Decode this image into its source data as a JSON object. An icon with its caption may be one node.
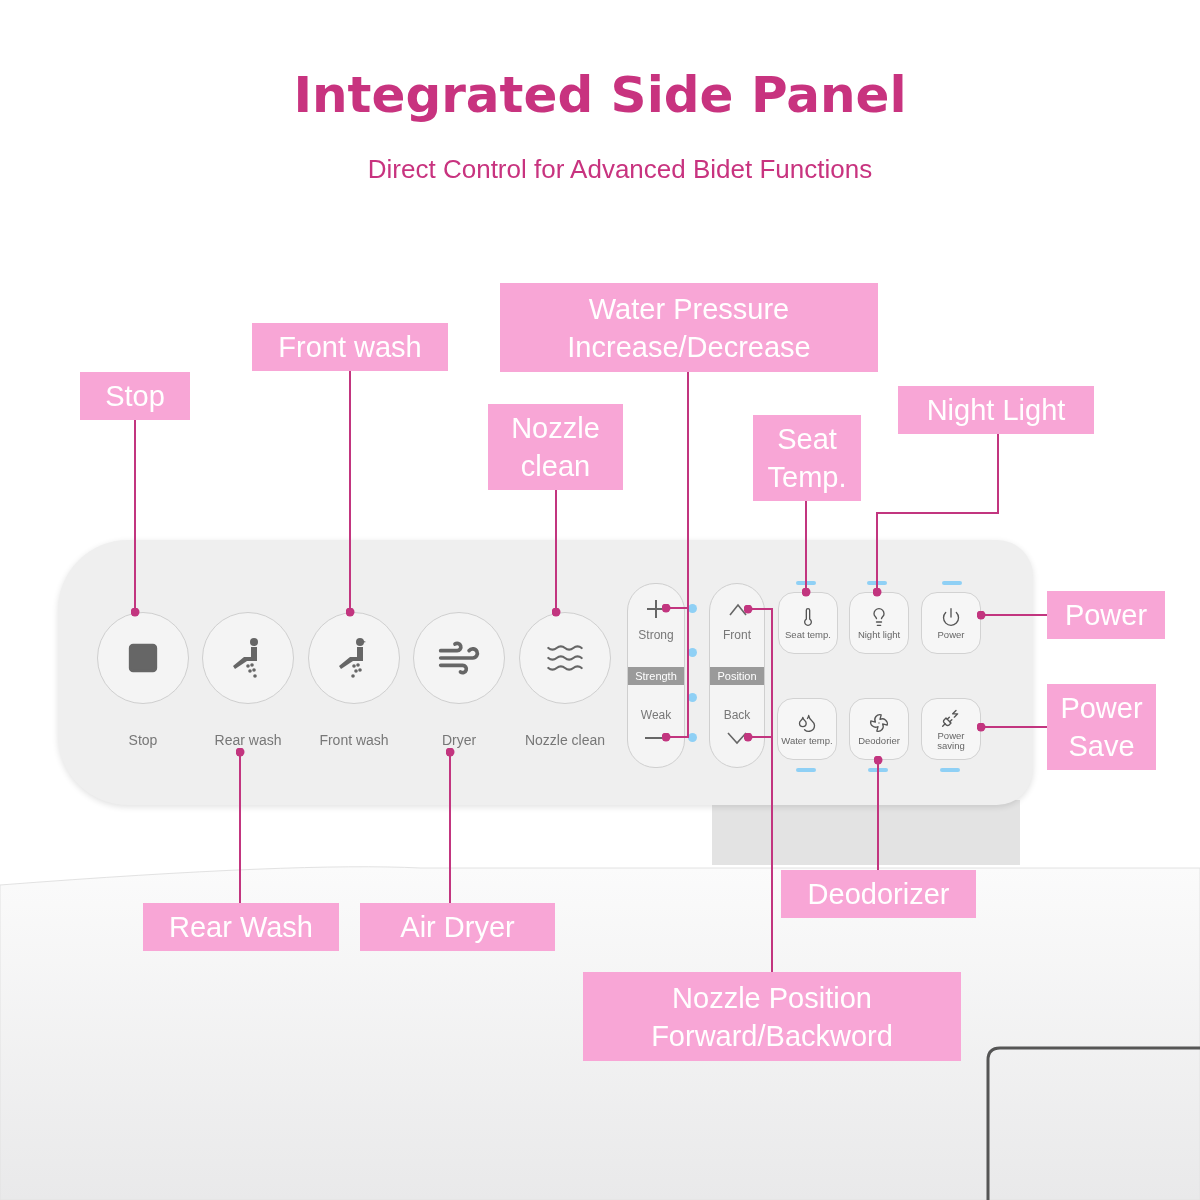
{
  "diagram": {
    "title": "Integrated Side Panel",
    "nodes": [
      {
        "text": [
          "Stop"
        ]
      },
      {
        "text": [
          "Front wash"
        ]
      },
      {
        "text": [
          "Water Pressure Increase/Decrease"
        ]
      },
      {
        "text": [
          "Nozzle clean"
        ]
      },
      {
        "text": [
          "Seat Temp."
        ]
      },
      {
        "text": [
          "Night Light"
        ]
      },
      {
        "text": [
          "Power"
        ]
      },
      {
        "text": [
          "Power Save"
        ]
      },
      {
        "text": [],
        "shape": "box"
      },
      {
        "text": [
          "Stop"
        ],
        "in": 8
      },
      {
        "text": [
          "Rear wash"
        ],
        "in": 8
      },
      {
        "text": [
          "Front wash"
        ],
        "in": 8
      },
      {
        "text": [
          "Dryer"
        ],
        "in": 8
      },
      {
        "text": [
          "Nozzle clean"
        ],
        "in": 8
      },
      {
        "text": [
          "Strong",
          "Strength",
          "Weak"
        ],
        "in": 8
      },
      {
        "text": [],
        "shape": "picture",
        "in": 14
      },
      {
        "text": [],
        "shape": "picture",
        "in": 14
      },
      {
        "text": [
          "Front",
          "Position",
          "Back"
        ],
        "in": 8
      },
      {
        "text": [],
        "shape": "picture",
        "in": 17
      },
      {
        "text": [],
        "shape": "picture",
        "in": 17
      },
      {
        "text": [
          "Seat temp."
        ],
        "in": 8
      },
      {
        "text": [
          "Night light"
        ],
        "in": 8
      },
      {
        "text": [
          "Power"
        ],
        "in": 8
      },
      {
        "text": [
          "Water temp."
        ],
        "in": 8
      },
      {
        "text": [
          "Deodorier"
        ],
        "in": 8
      },
      {
        "text": [
          "Power saving"
        ],
        "in": 8
      },
      {
        "text": [
          "Rear Wash"
        ]
      },
      {
        "text": [
          "Air Dryer"
        ]
      },
      {
        "text": [
          "Deodorizer"
        ]
      },
      {
        "text": [
          "Nozzle Position Forward/Backword"
        ]
      }
    ],
    "edges": [
      {
        "from": 0,
        "to": 9,
        "arrow": "other"
      },
      {
        "from": 1,
        "to": 11,
        "arrow": "other"
      },
      {
        "from": 2,
        "to": 15,
        "arrow": "other"
      },
      {
        "from": 2,
        "to": 16,
        "arrow": "other"
      },
      {
        "from": 3,
        "to": 13,
        "arrow": "other"
      },
      {
        "from": 4,
        "to": 20,
        "arrow": "other"
      },
      {
        "from": 5,
        "to": 21,
        "arrow": "other"
      },
      {
        "from": 6,
        "to": 22,
        "arrow": "other"
      },
      {
        "from": 7,
        "to": 25,
        "arrow": "other"
      },
      {
        "from": 26,
        "to": 10,
        "arrow": "other"
      },
      {
        "from": 27,
        "to": 12,
        "arrow": "other"
      },
      {
        "from": 28,
        "to": 24,
        "arrow": "other"
      },
      {
        "from": 29,
        "to": 18,
        "arrow": "other"
      },
      {
        "from": 29,
        "to": 19,
        "arrow": "other"
      }
    ],
    "labels": [
      "Direct Control for Advanced Bidet Functions"
    ]
  }
}
